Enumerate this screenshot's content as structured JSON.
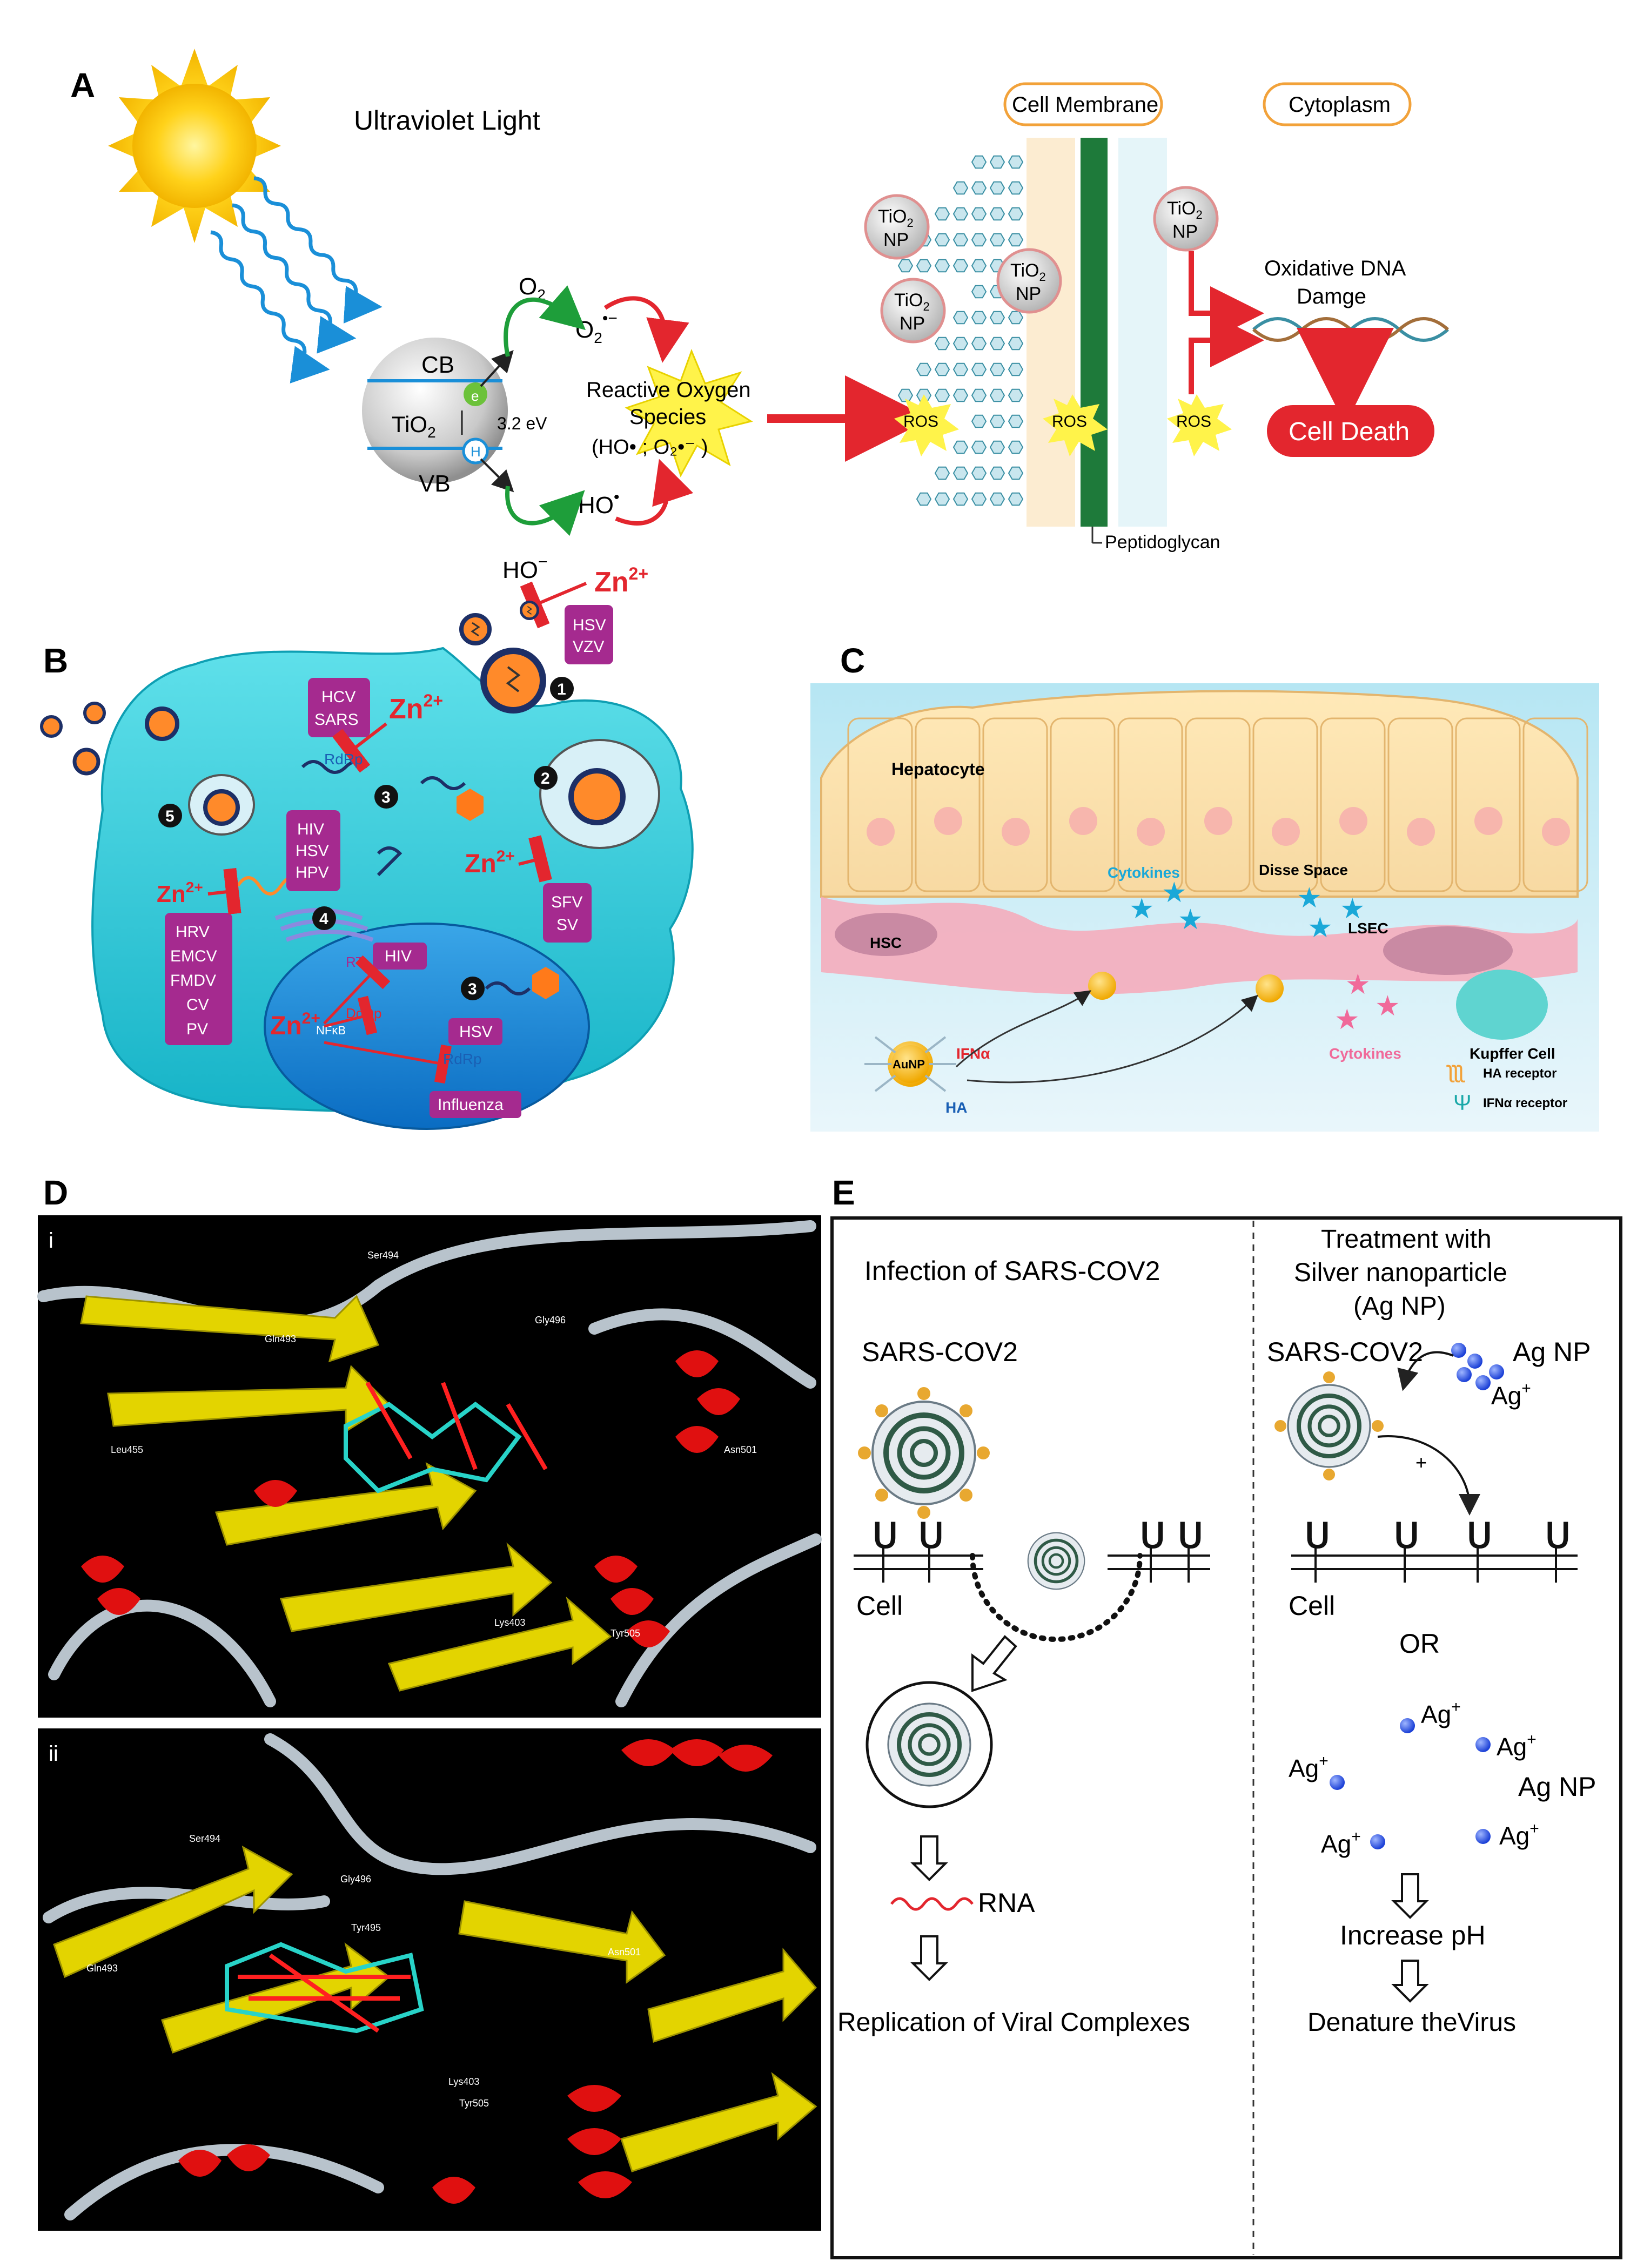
{
  "panel_letters": {
    "a": "A",
    "b": "B",
    "c": "C",
    "d": "D",
    "e": "E"
  },
  "panel_a": {
    "uv_light": "Ultraviolet Light",
    "o2": "O",
    "o2_sub": "2",
    "o2_radical": "O",
    "o2_radical_sub": "2",
    "o2_radical_sup": "•−",
    "cb": "CB",
    "vb": "VB",
    "electron": "e",
    "hole": "H",
    "tio2": "TiO",
    "tio2_sub": "2",
    "bandgap": "3.2 eV",
    "ho_dot": "HO",
    "ho_dot_sup": "•",
    "ho_minus": "HO",
    "ho_minus_sup": "−",
    "ros_line1": "Reactive Oxygen",
    "ros_line2": "Species",
    "ros_line3": "(HO• ; O₂•⁻ )",
    "cell_membrane": "Cell Membrane",
    "cytoplasm": "Cytoplasm",
    "tio2_np_top": "TiO",
    "np": "NP",
    "ros": "ROS",
    "oxidative_line1": "Oxidative DNA",
    "oxidative_line2": "Damge",
    "cell_death": "Cell Death",
    "peptidoglycan": "Peptidoglycan",
    "zn_a": "Zn",
    "zn_sup": "2+",
    "hsv": "HSV",
    "vzv": "VZV"
  },
  "panel_b": {
    "hcv": "HCV",
    "sars": "SARS",
    "zn": "Zn",
    "zn_sup": "2+",
    "rdrp": "RdRp",
    "hiv": "HIV",
    "hsv": "HSV",
    "hpv": "HPV",
    "hrv": "HRV",
    "emcv": "EMCV",
    "fmdv": "FMDV",
    "cv": "CV",
    "pv": "PV",
    "sfv": "SFV",
    "sv": "SV",
    "rt": "RT",
    "ddpd": "DdDp",
    "nfkb": "NFκB",
    "influenza": "Influenza",
    "steps": [
      "1",
      "2",
      "3",
      "4",
      "5",
      "3"
    ]
  },
  "panel_c": {
    "hepatocyte": "Hepatocyte",
    "cytokines_top": "Cytokines",
    "disse": "Disse Space",
    "hsc": "HSC",
    "lsec": "LSEC",
    "kupffer": "Kupffer Cell",
    "cytokines_bottom": "Cytokines",
    "aunp": "AuNP",
    "ifn": "IFNα",
    "ha": "HA",
    "ha_receptor": "HA receptor",
    "ifn_receptor": "IFNα receptor"
  },
  "panel_d": {
    "i": "i",
    "ii": "ii",
    "labels_i": [
      "Ser494",
      "Gln493",
      "Gly496",
      "Leu455",
      "Asn501",
      "Lys403",
      "Tyr505"
    ],
    "labels_ii": [
      "Ser494",
      "Gly496",
      "Gln493",
      "Tyr495",
      "Asn501",
      "Lys403",
      "Tyr505"
    ]
  },
  "panel_e": {
    "left_title": "Infection of SARS-COV2",
    "sars_left": "SARS-COV2",
    "cell_left": "Cell",
    "rna": "RNA",
    "replication": "Replication of Viral Complexes",
    "right_title_1": "Treatment with",
    "right_title_2": "Silver nanoparticle",
    "right_title_3": "(Ag NP)",
    "sars_right": "SARS-COV2",
    "ag_np": "Ag NP",
    "ag_ion": "Ag",
    "ag_sup": "+",
    "cell_right": "Cell",
    "or": "OR",
    "ag_np_2": "Ag NP",
    "increase_ph": "Increase pH",
    "denature": "Denature theVirus"
  }
}
